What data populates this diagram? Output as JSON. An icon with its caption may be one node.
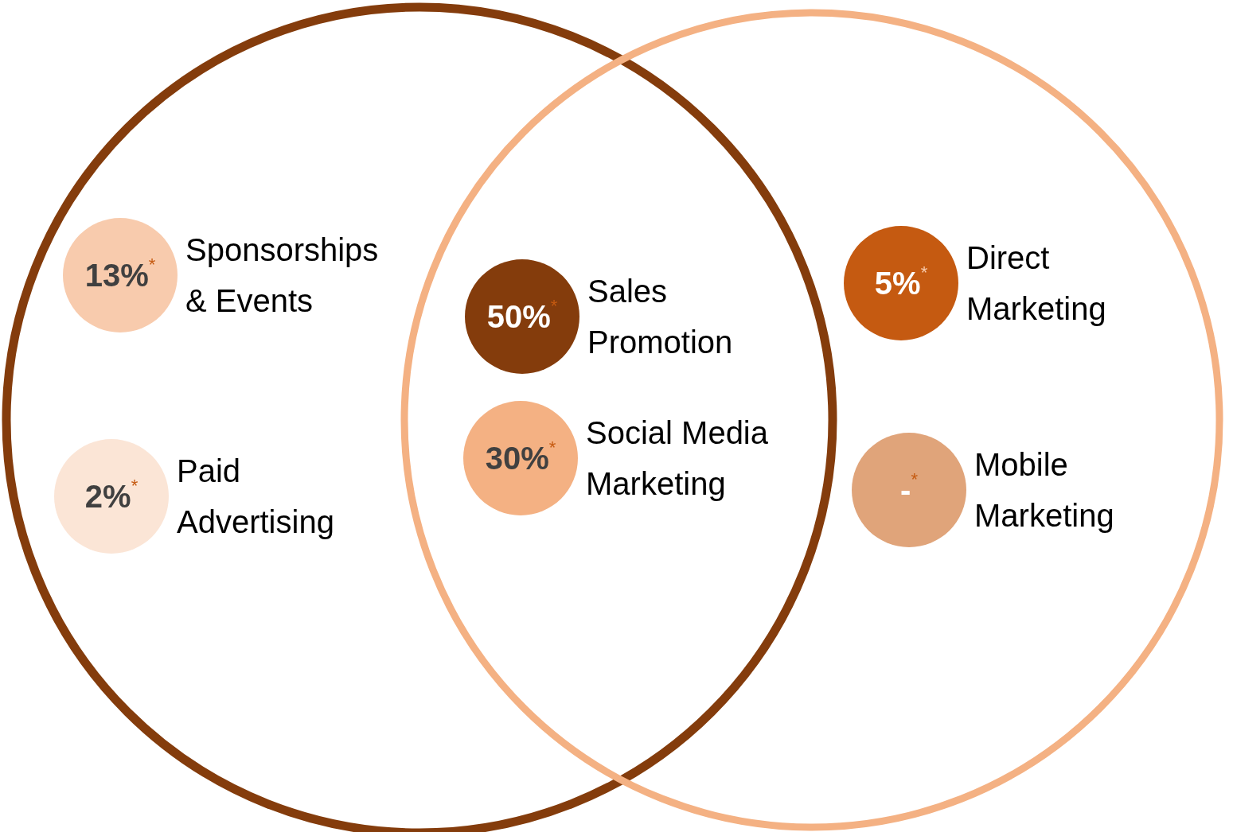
{
  "diagram": {
    "nodes": [
      {
        "text": [
          "13%$^{*}$"
        ],
        "beside": [
          "Sponsorships & Events"
        ]
      },
      {
        "text": [
          "2%$^{*}$"
        ],
        "beside": [
          "Paid Advertising"
        ]
      },
      {
        "text": [
          "50%$^{*}$"
        ],
        "beside": [
          "Sales Promotion"
        ]
      },
      {
        "text": [
          "30%$^{*}$"
        ],
        "beside": [
          "Social Media Marketing"
        ]
      },
      {
        "text": [
          "5%$^{*}$"
        ],
        "beside": [
          "Direct Marketing"
        ]
      },
      {
        "text": [
          "-$^{*}$"
        ],
        "beside": [
          "Mobile Marketing"
        ]
      }
    ]
  }
}
